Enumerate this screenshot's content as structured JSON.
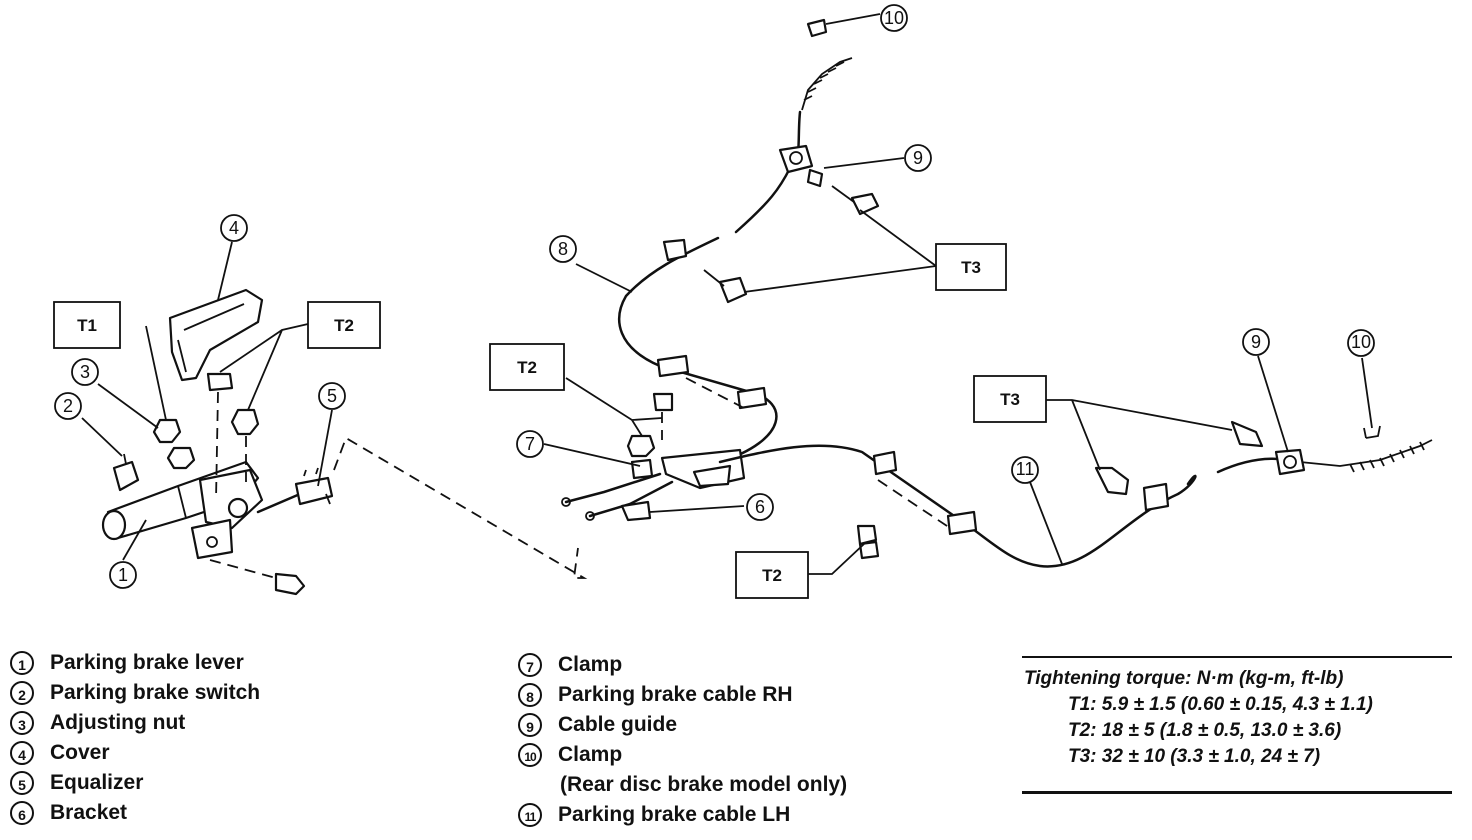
{
  "callouts": {
    "c1": "1",
    "c2": "2",
    "c3": "3",
    "c4": "4",
    "c5": "5",
    "c6": "6",
    "c7": "7",
    "c8": "8",
    "c9a": "9",
    "c9b": "9",
    "c10a": "10",
    "c10b": "10",
    "c11": "11"
  },
  "tags": {
    "t1": "T1",
    "t2_left": "T2",
    "t2_mid": "T2",
    "t2_low": "T2",
    "t3_top": "T3",
    "t3_right": "T3"
  },
  "legend_left": [
    {
      "num": "1",
      "label": "Parking brake lever"
    },
    {
      "num": "2",
      "label": "Parking brake switch"
    },
    {
      "num": "3",
      "label": "Adjusting nut"
    },
    {
      "num": "4",
      "label": "Cover"
    },
    {
      "num": "5",
      "label": "Equalizer"
    },
    {
      "num": "6",
      "label": "Bracket"
    }
  ],
  "legend_mid": [
    {
      "num": "7",
      "label": "Clamp"
    },
    {
      "num": "8",
      "label": "Parking brake cable RH"
    },
    {
      "num": "9",
      "label": "Cable guide"
    },
    {
      "num": "10",
      "label": "Clamp"
    },
    {
      "num": "",
      "label": "(Rear disc brake model only)"
    },
    {
      "num": "11",
      "label": "Parking brake cable LH"
    }
  ],
  "torque": {
    "title": "Tightening torque: N·m (kg-m, ft-lb)",
    "t1": "T1: 5.9 ± 1.5 (0.60 ± 0.15, 4.3 ± 1.1)",
    "t2": "T2: 18 ± 5 (1.8 ± 0.5, 13.0 ± 3.6)",
    "t3": "T3: 32 ± 10 (3.3 ± 1.0, 24 ± 7)"
  }
}
